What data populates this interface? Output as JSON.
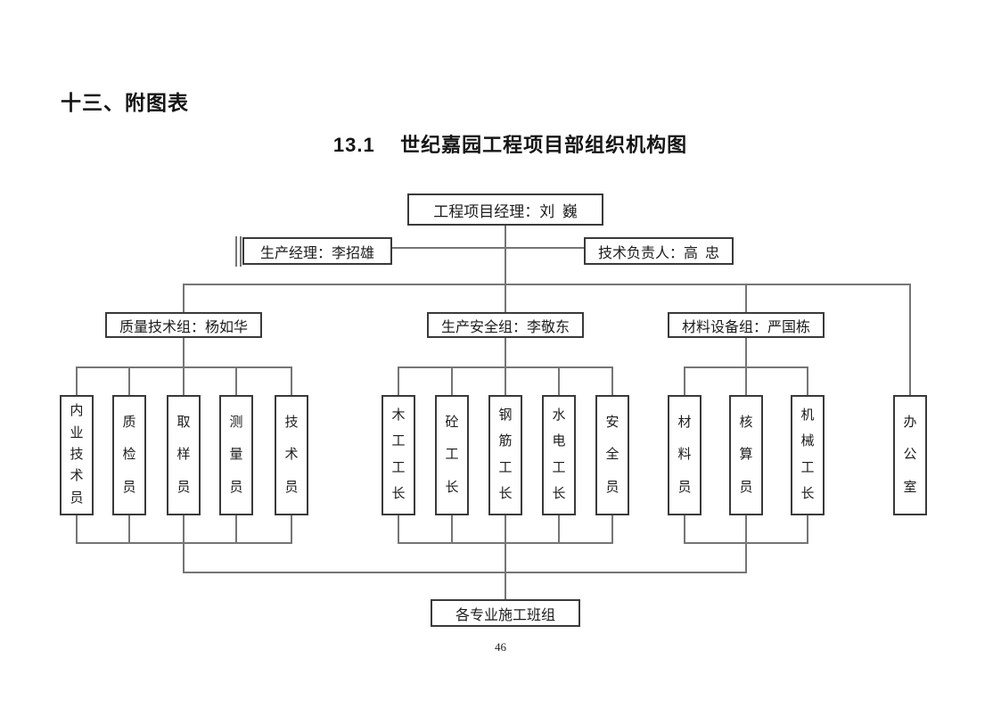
{
  "page": {
    "section_heading": "十三、附图表",
    "figure_title": "13.1    世纪嘉园工程项目部组织机构图",
    "page_number": "46"
  },
  "chart": {
    "root_label": "工程项目经理：刘  巍",
    "left_deputy": "生产经理：李招雄",
    "right_deputy": "技术负责人：高  忠",
    "groups": [
      {
        "leader": "质量技术组：杨如华",
        "members": [
          "内业技术员",
          "质检员",
          "取样员",
          "测量员",
          "技术员"
        ]
      },
      {
        "leader": "生产安全组：李敬东",
        "members": [
          "木工工长",
          "砼工长",
          "钢筋工长",
          "水电工长",
          "安全员"
        ]
      },
      {
        "leader": "材料设备组：严国栋",
        "members": [
          "材料员",
          "核算员",
          "机械工长"
        ]
      }
    ],
    "office_label": "办公室",
    "bottom_label": "各专业施工班组"
  }
}
